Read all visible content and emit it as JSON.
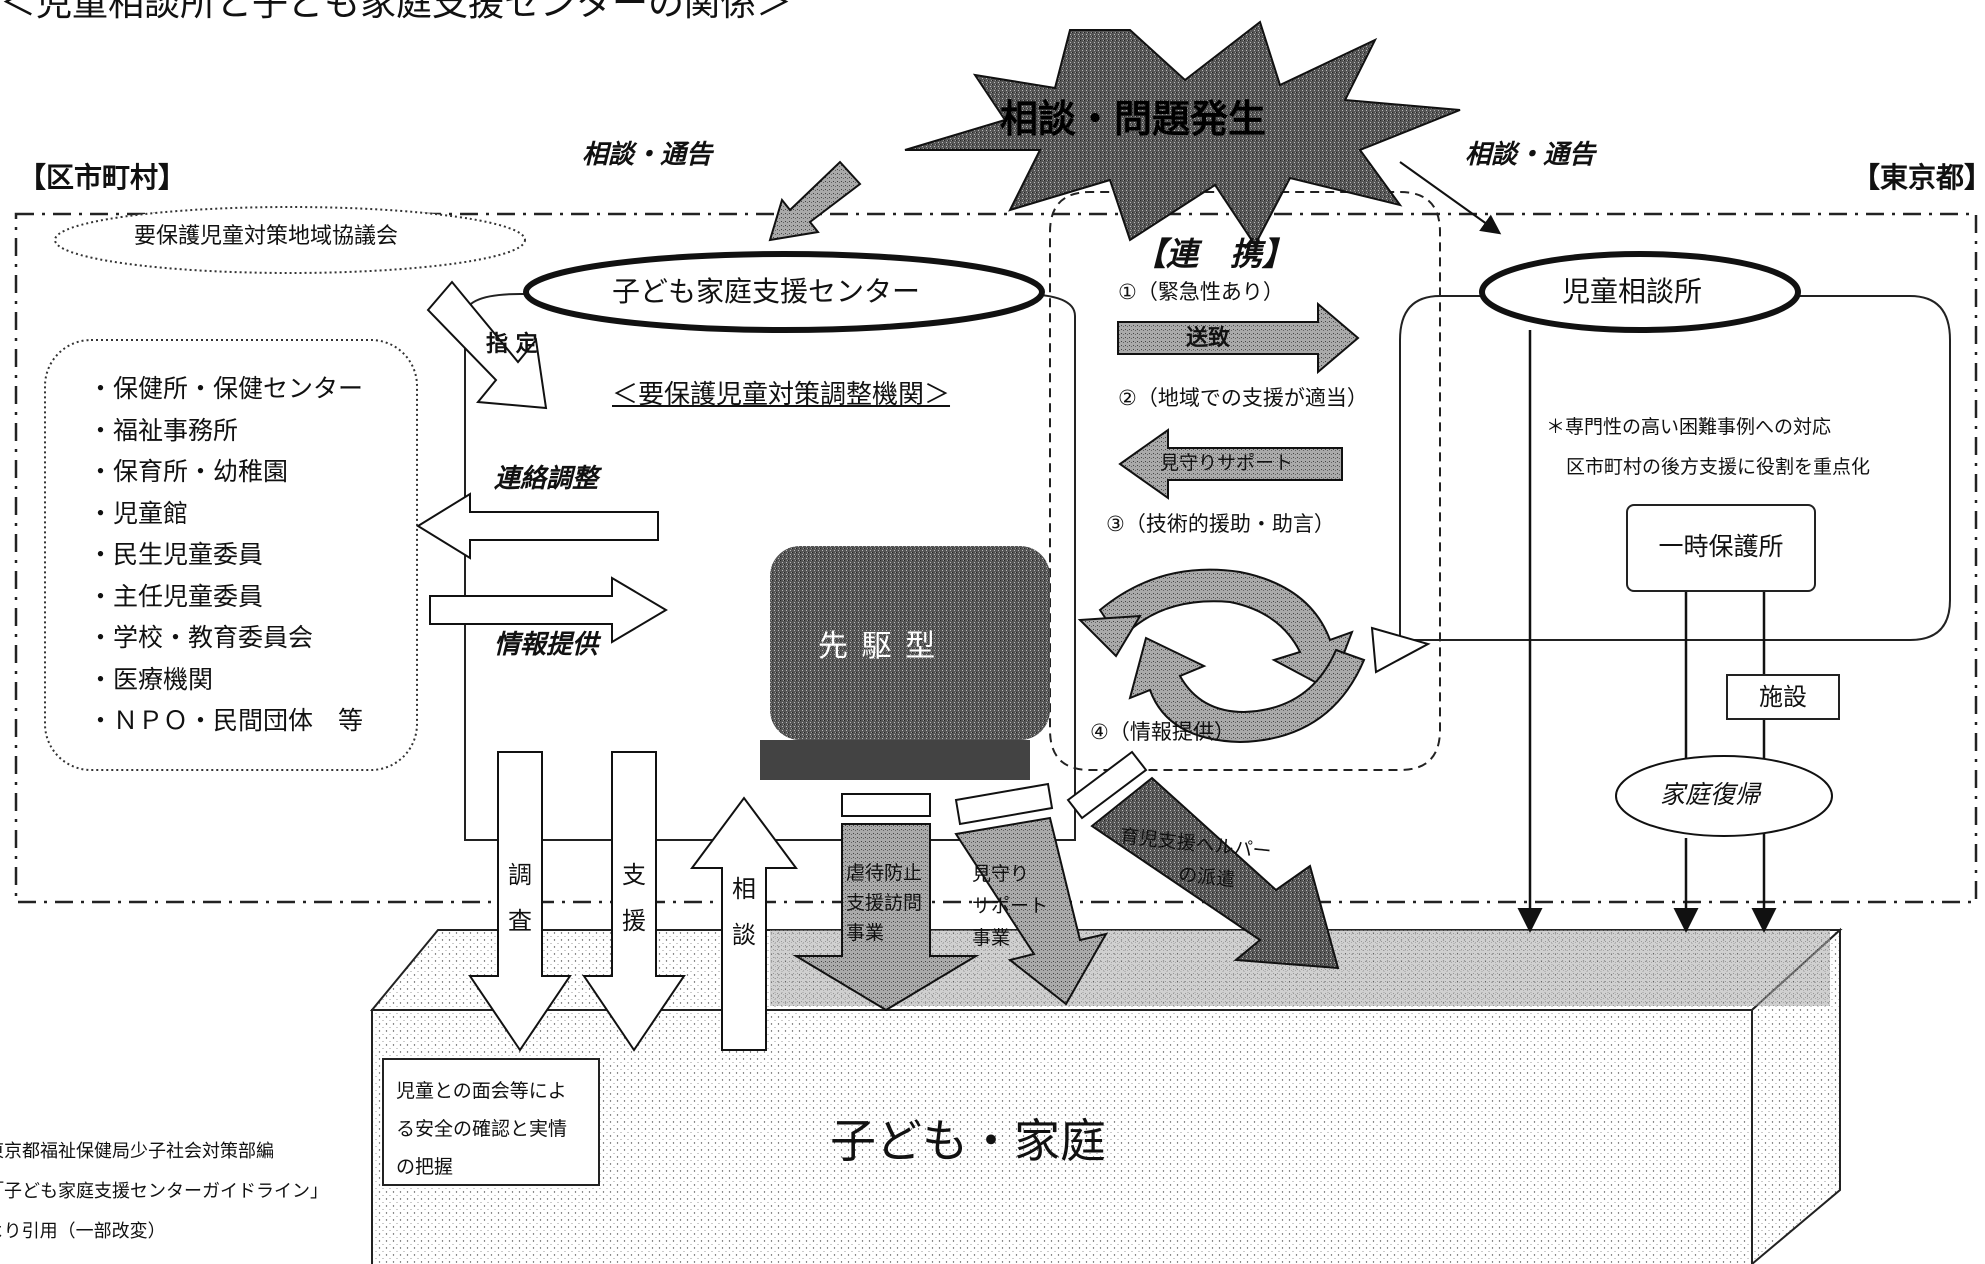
{
  "title": "＜児童相談所と子ども家庭支援センターの関係＞",
  "regions": {
    "left": "【区市町村】",
    "right": "【東京都】"
  },
  "burst_label": "相談・問題発生",
  "consult_left": "相談・通告",
  "consult_right": "相談・通告",
  "council": "要保護児童対策地域協議会",
  "center_name": "子ども家庭支援センター",
  "shitei": "指 定",
  "coord_org": "＜要保護児童対策調整機関＞",
  "contact_coord": "連絡調整",
  "info_provide": "情報提供",
  "sentaku": "先 駆 型",
  "agencies": [
    "・保健所・保健センター",
    "・福祉事務所",
    "・保育所・幼稚園",
    "・児童館",
    "・民生児童委員",
    "・主任児童委員",
    "・学校・教育委員会",
    "・医療機関",
    "・ＮＰＯ・民間団体　等"
  ],
  "renkei": {
    "title": "【連　携】",
    "item1": "①（緊急性あり）",
    "arrow1": "送致",
    "item2": "②（地域での支援が適当）",
    "arrow2": "見守りサポート",
    "item3": "③（技術的援助・助言）",
    "item4": "④（情報提供）"
  },
  "jido": {
    "name": "児童相談所",
    "note1": "＊専門性の高い困難事例への対応",
    "note2": "区市町村の後方支援に役割を重点化",
    "temp": "一時保護所",
    "facility": "施設",
    "return": "家庭復帰"
  },
  "down_arrows": {
    "chosa": "調査",
    "shien": "支援",
    "sodan": "相談"
  },
  "programs": {
    "p1": [
      "虐待防止",
      "支援訪問",
      "事業"
    ],
    "p2": [
      "見守り",
      "サポート",
      "事業"
    ],
    "p3": [
      "育児支援ヘルパー",
      "の派遣"
    ]
  },
  "safety_box": [
    "児童との面会等によ",
    "る安全の確認と実情",
    "の把握"
  ],
  "family": "子ども・家庭",
  "source": [
    "東京都福祉保健局少子社会対策部編",
    "「子ども家庭支援センターガイドライン」",
    "より引用（一部改変）"
  ]
}
